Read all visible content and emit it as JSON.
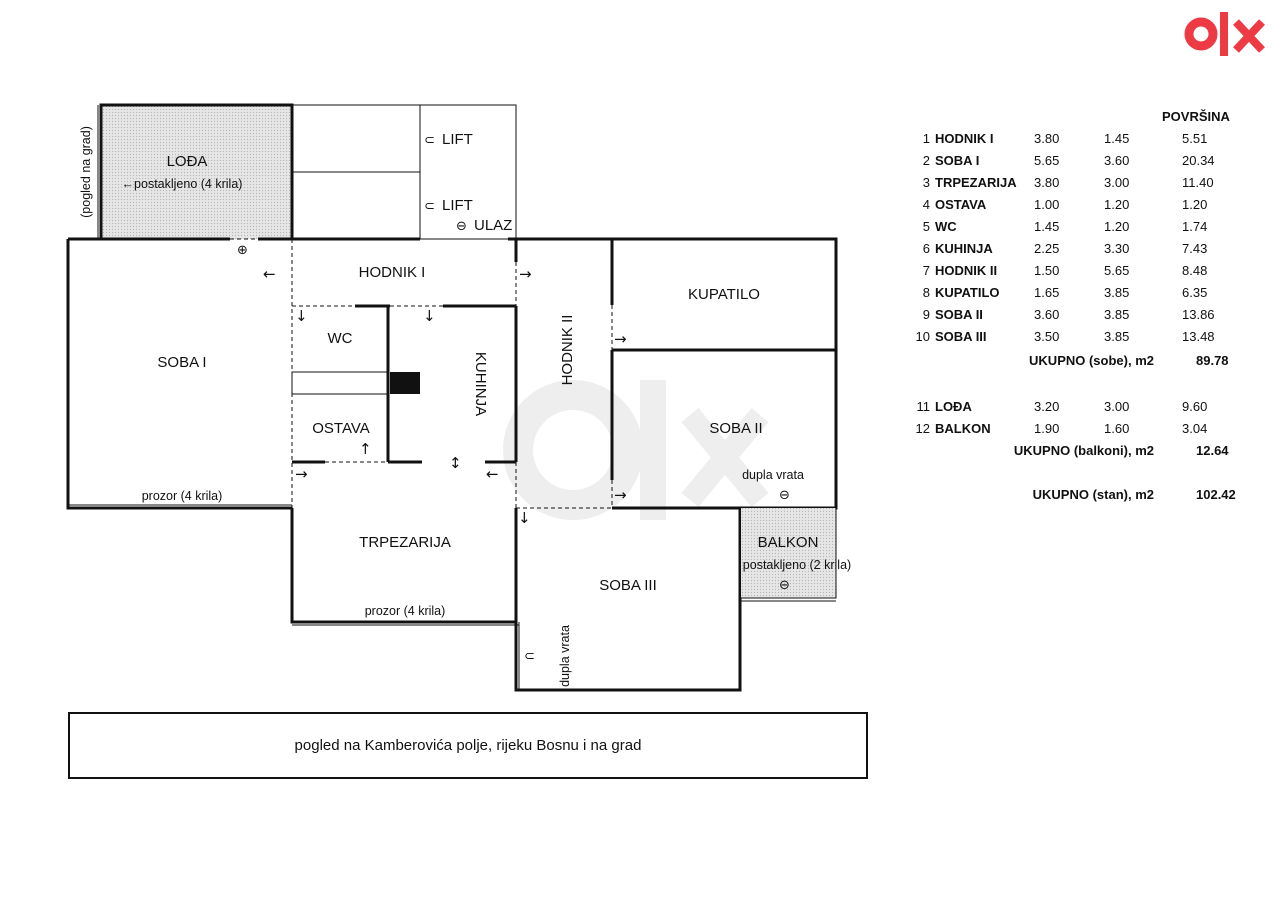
{
  "brand": {
    "logo_text": "olx",
    "color": "#ee3b43",
    "watermark_color": "#eeeeee"
  },
  "plan": {
    "loggia_label": "LOĐA",
    "loggia_note": "←postakljeno (4 krila)",
    "loggia_side_note": "(pogled na grad)",
    "lift1": "LIFT",
    "lift2": "LIFT",
    "entrance": "ULAZ",
    "hodnik1": "HODNIK I",
    "hodnik2": "HODNIK II",
    "kupatilo": "KUPATILO",
    "soba1": "SOBA I",
    "soba2": "SOBA II",
    "soba3": "SOBA III",
    "wc": "WC",
    "ostava": "OSTAVA",
    "kuhinja": "KUHINJA",
    "trpezarija": "TRPEZARIJA",
    "balkon": "BALKON",
    "balkon_note": "postakljeno (2 krila)",
    "window1": "prozor (4 krila)",
    "window2": "prozor (4 krila)",
    "double_door1": "dupla vrata",
    "double_door2": "dupla vrata",
    "view_note": "pogled na Kamberovića polje, rijeku Bosnu i na grad"
  },
  "icons": {
    "door_swing": "door-icon",
    "arrow_left": "←",
    "arrow_right": "→",
    "arrow_down": "↓",
    "arrow_up": "↑",
    "arrow_updown": "↕"
  },
  "table": {
    "header": "POVRŠINA",
    "rows": [
      {
        "n": "1",
        "room": "HODNIK I",
        "a": "3.80",
        "b": "1.45",
        "s": "5.51"
      },
      {
        "n": "2",
        "room": "SOBA I",
        "a": "5.65",
        "b": "3.60",
        "s": "20.34"
      },
      {
        "n": "3",
        "room": "TRPEZARIJA",
        "a": "3.80",
        "b": "3.00",
        "s": "11.40"
      },
      {
        "n": "4",
        "room": "OSTAVA",
        "a": "1.00",
        "b": "1.20",
        "s": "1.20"
      },
      {
        "n": "5",
        "room": "WC",
        "a": "1.45",
        "b": "1.20",
        "s": "1.74"
      },
      {
        "n": "6",
        "room": "KUHINJA",
        "a": "2.25",
        "b": "3.30",
        "s": "7.43"
      },
      {
        "n": "7",
        "room": "HODNIK II",
        "a": "1.50",
        "b": "5.65",
        "s": "8.48"
      },
      {
        "n": "8",
        "room": "KUPATILO",
        "a": "1.65",
        "b": "3.85",
        "s": "6.35"
      },
      {
        "n": "9",
        "room": "SOBA II",
        "a": "3.60",
        "b": "3.85",
        "s": "13.86"
      },
      {
        "n": "10",
        "room": "SOBA III",
        "a": "3.50",
        "b": "3.85",
        "s": "13.48"
      }
    ],
    "total_rooms_label": "UKUPNO (sobe), m2",
    "total_rooms_value": "89.78",
    "balcony_rows": [
      {
        "n": "11",
        "room": "LOĐA",
        "a": "3.20",
        "b": "3.00",
        "s": "9.60"
      },
      {
        "n": "12",
        "room": "BALKON",
        "a": "1.90",
        "b": "1.60",
        "s": "3.04"
      }
    ],
    "total_balconies_label": "UKUPNO (balkoni), m2",
    "total_balconies_value": "12.64",
    "total_flat_label": "UKUPNO (stan), m2",
    "total_flat_value": "102.42"
  }
}
